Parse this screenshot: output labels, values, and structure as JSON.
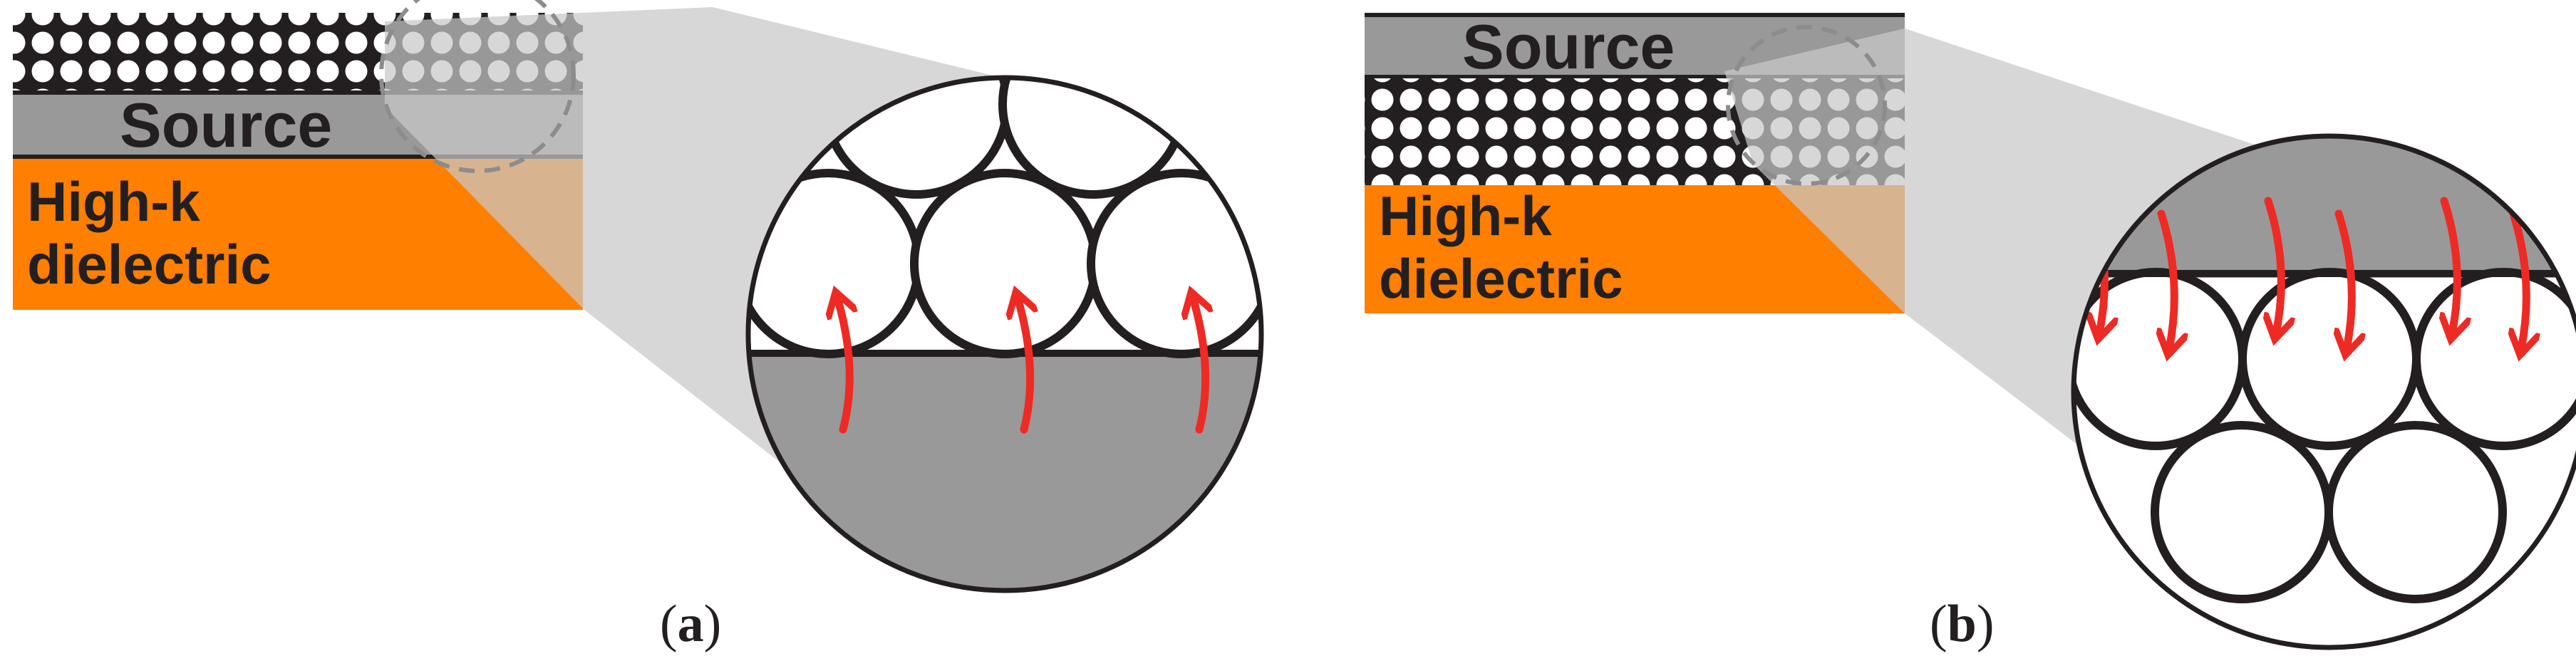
{
  "panel_a": {
    "source_label": "Source",
    "dielectric_label_line1": "High-k",
    "dielectric_label_line2": "dielectric",
    "caption_open": "(",
    "caption_letter": "a",
    "caption_close": ")"
  },
  "panel_b": {
    "source_label": "Source",
    "dielectric_label_line1": "High-k",
    "dielectric_label_line2": "dielectric",
    "caption_open": "(",
    "caption_letter": "b",
    "caption_close": ")"
  },
  "colors": {
    "source_gray": "#999999",
    "dielectric_orange": "#ff7f00",
    "arrow_red": "#ee2a24",
    "outline_black": "#231f20",
    "zoom_cone": "#c8c8c8"
  }
}
